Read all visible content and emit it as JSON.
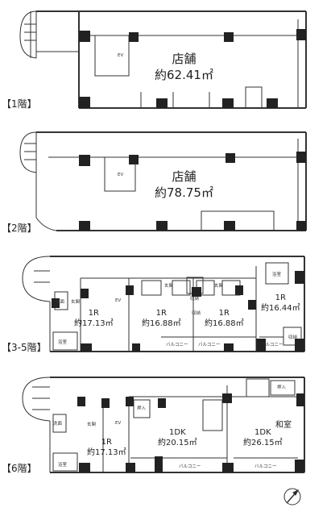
{
  "floors": [
    {
      "label": "【1階】",
      "rooms": [
        {
          "name": "店舗",
          "area": "約62.41㎡"
        }
      ]
    },
    {
      "label": "【2階】",
      "rooms": [
        {
          "name": "店舗",
          "area": "約78.75㎡"
        }
      ]
    },
    {
      "label": "【3-5階】",
      "rooms": [
        {
          "name": "1R",
          "area": "約17.13㎡"
        },
        {
          "name": "1R",
          "area": "約16.88㎡"
        },
        {
          "name": "1R",
          "area": "約16.88㎡"
        },
        {
          "name": "1R",
          "area": "約16.44㎡"
        }
      ]
    },
    {
      "label": "【6階】",
      "rooms": [
        {
          "name": "1R",
          "area": "約17.13㎡"
        },
        {
          "name": "1DK",
          "area": "約20.15㎡"
        },
        {
          "name": "1DK",
          "area": "約26.15㎡"
        }
      ]
    }
  ],
  "small_labels": {
    "ev": "EV",
    "balcony": "バルコニー",
    "washroom": "洗面",
    "entrance": "玄関",
    "closet": "収納",
    "bath": "浴室",
    "washitsu": "和室",
    "oshiire": "押入"
  },
  "compass_icon": "north-arrow-icon"
}
